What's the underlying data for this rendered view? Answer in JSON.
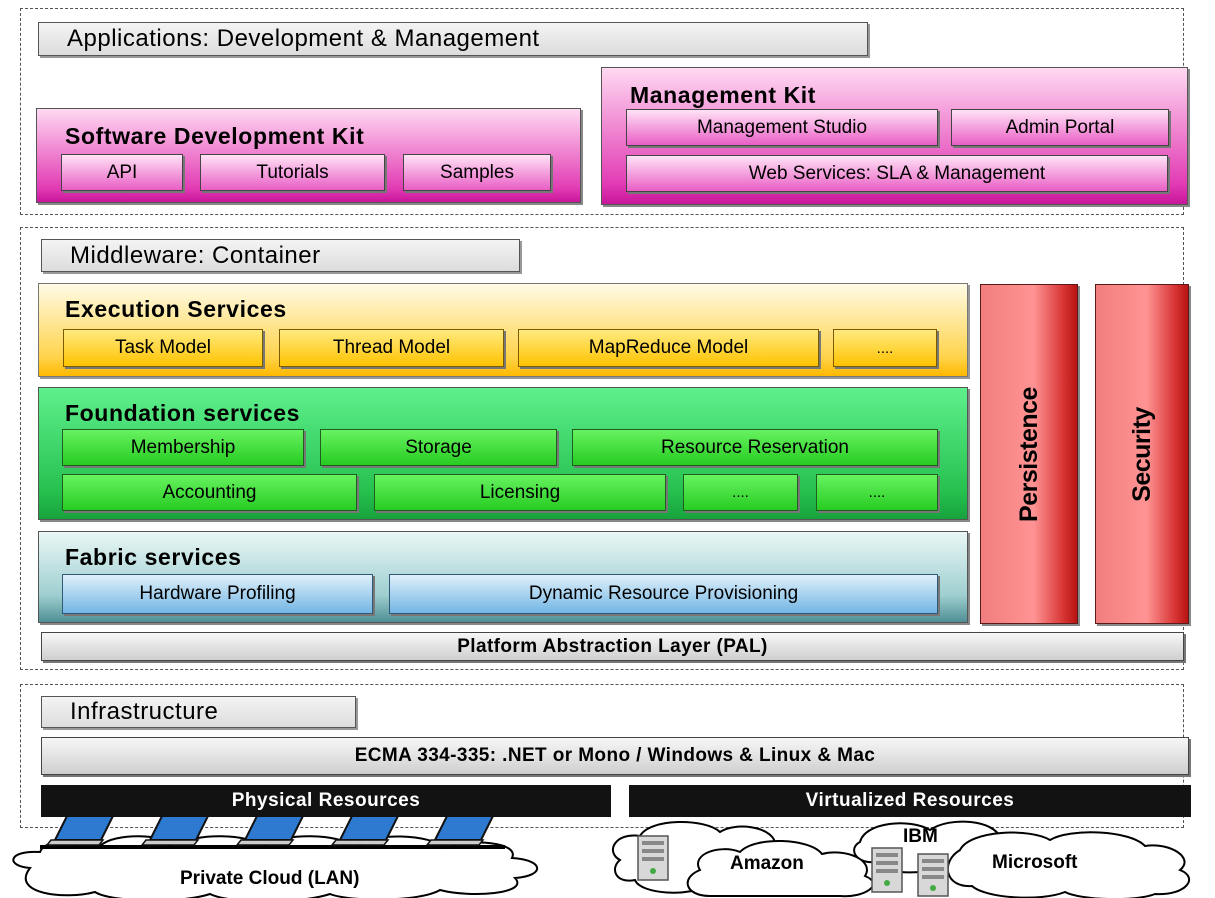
{
  "applications": {
    "title": "Applications: Development & Management",
    "sdk": {
      "title": "Software Development Kit",
      "items": [
        "API",
        "Tutorials",
        "Samples"
      ]
    },
    "mgmt": {
      "title": "Management Kit",
      "items": [
        "Management Studio",
        "Admin Portal",
        "Web Services: SLA & Management"
      ]
    }
  },
  "middleware": {
    "title": "Middleware: Container",
    "execution": {
      "title": "Execution Services",
      "items": [
        "Task Model",
        "Thread Model",
        "MapReduce Model",
        "...."
      ]
    },
    "foundation": {
      "title": "Foundation services",
      "items": [
        "Membership",
        "Storage",
        "Resource Reservation",
        "Accounting",
        "Licensing",
        "....",
        "...."
      ]
    },
    "fabric": {
      "title": "Fabric services",
      "items": [
        "Hardware Profiling",
        "Dynamic Resource Provisioning"
      ]
    },
    "persistence": "Persistence",
    "security": "Security",
    "pal": "Platform Abstraction Layer (PAL)"
  },
  "infrastructure": {
    "title": "Infrastructure",
    "ecma": "ECMA 334-335: .NET or Mono / Windows & Linux & Mac",
    "physical": "Physical Resources",
    "virtualized": "Virtualized Resources",
    "private_cloud": "Private Cloud (LAN)",
    "providers": [
      "Amazon",
      "IBM",
      "Microsoft"
    ]
  },
  "colors": {
    "sdk": "#e23cb4",
    "execution": "#ffc300",
    "foundation": "#25c04e",
    "fabric": "#73b6e4",
    "columns": "#d93737"
  }
}
